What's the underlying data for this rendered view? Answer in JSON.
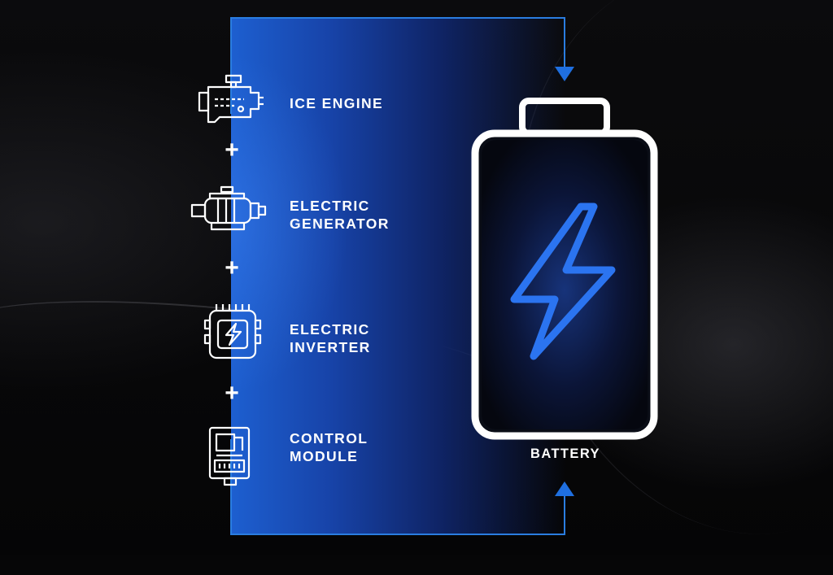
{
  "components": [
    {
      "label_lines": [
        "ICE ENGINE"
      ],
      "icon": "engine-icon"
    },
    {
      "label_lines": [
        "ELECTRIC",
        "GENERATOR"
      ],
      "icon": "generator-icon"
    },
    {
      "label_lines": [
        "ELECTRIC",
        "INVERTER"
      ],
      "icon": "inverter-icon"
    },
    {
      "label_lines": [
        "CONTROL",
        "MODULE"
      ],
      "icon": "control-module-icon"
    }
  ],
  "operator": "+",
  "battery": {
    "caption": "BATTERY",
    "icon": "lightning-bolt-icon"
  },
  "colors": {
    "accent_blue": "#1f6fe0",
    "bolt_blue": "#2b74f0",
    "line_blue": "#2a7de0",
    "text": "#ffffff"
  }
}
